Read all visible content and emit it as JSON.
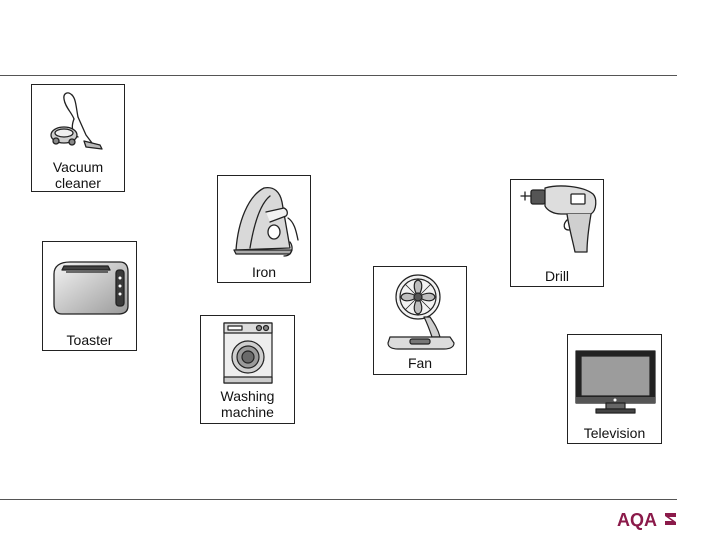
{
  "colors": {
    "logo": "#8b1a4a",
    "outline": "#222222"
  },
  "appliances": {
    "vacuum": {
      "label": "Vacuum cleaner",
      "line1": "Vacuum",
      "line2": "cleaner",
      "icon": "vacuum-cleaner-icon"
    },
    "iron": {
      "label": "Iron",
      "icon": "iron-icon"
    },
    "drill": {
      "label": "Drill",
      "icon": "drill-icon"
    },
    "toaster": {
      "label": "Toaster",
      "icon": "toaster-icon"
    },
    "washer": {
      "label": "Washing machine",
      "line1": "Washing",
      "line2": "machine",
      "icon": "washing-machine-icon"
    },
    "fan": {
      "label": "Fan",
      "icon": "fan-icon"
    },
    "tv": {
      "label": "Television",
      "icon": "television-icon"
    }
  },
  "footer": {
    "logo_text": "AQA"
  }
}
